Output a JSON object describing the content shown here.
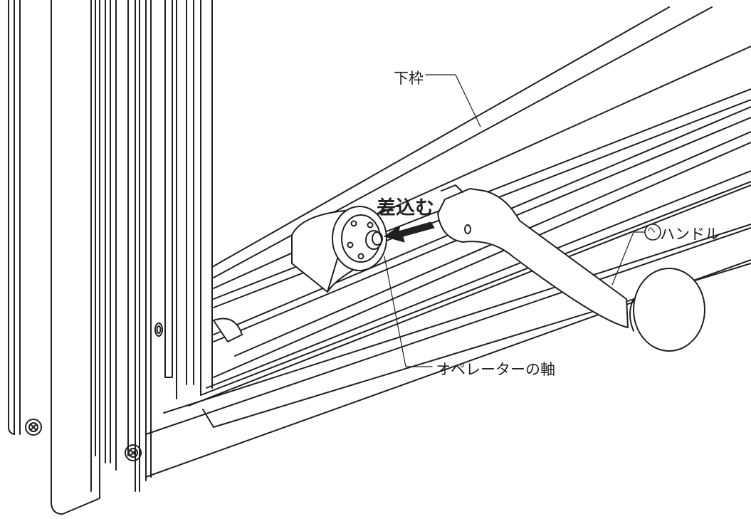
{
  "labels": {
    "bottom_frame": "下枠",
    "insert_instruction": "差込む",
    "handle": "ハンドル",
    "handle_marker": "へ",
    "operator_shaft": "オペレーターの軸"
  },
  "colors": {
    "line": "#231f20",
    "fill": "#ffffff",
    "arrow": "#231f20"
  }
}
